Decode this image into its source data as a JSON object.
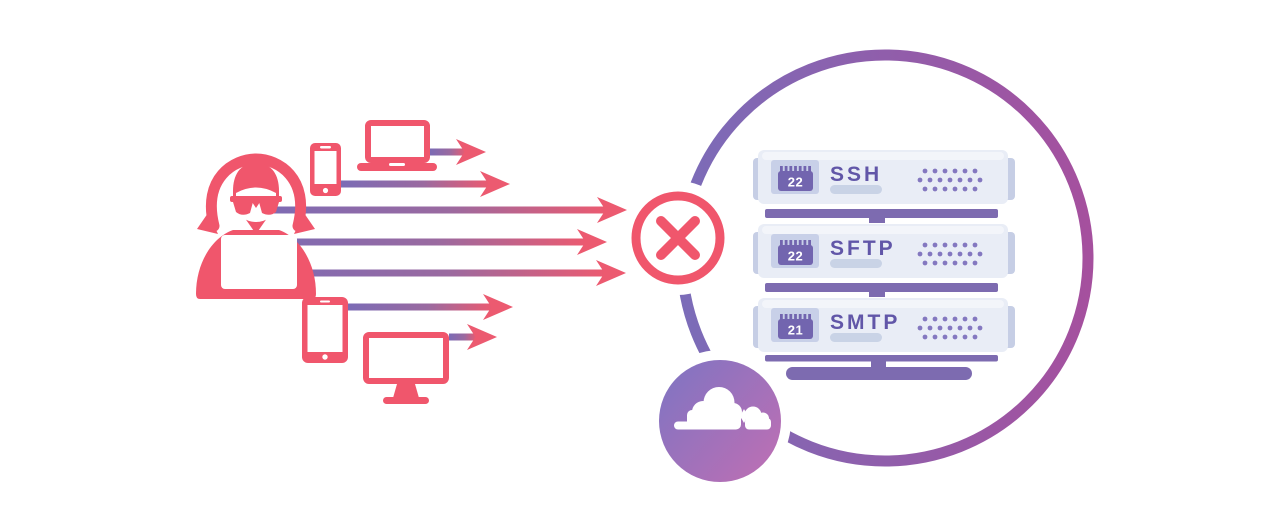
{
  "illustration": {
    "servers": [
      {
        "protocol": "SSH",
        "port": "22"
      },
      {
        "protocol": "SFTP",
        "port": "22"
      },
      {
        "protocol": "SMTP",
        "port": "21"
      }
    ],
    "colors": {
      "attacker_red": "#F0566C",
      "arrow_shaft_purple": "#7B6BB5",
      "arrow_head_red": "#EC5A70",
      "rack_bar_purple": "#7D6BB0",
      "server_body": "#E9EDF6",
      "server_trim": "#C6CEE5",
      "chip_purple": "#7265AF",
      "label_purple": "#6156A8",
      "vent_dot_purple": "#8478C0",
      "ring_gradient_start": "#7B6CB8",
      "ring_gradient_end": "#A5509E",
      "cloudflare_gradient_start": "#8174C2",
      "cloudflare_gradient_end": "#BC6FB4",
      "background": "#FFFFFF"
    },
    "icons": {
      "hacker": "hooded-attacker-with-laptop",
      "devices": [
        "laptop",
        "smartphone",
        "tablet",
        "desktop-monitor"
      ],
      "blocked": "circle-with-x",
      "server_chip": "port-chip",
      "cloud": "cloudflare-cloud"
    }
  }
}
